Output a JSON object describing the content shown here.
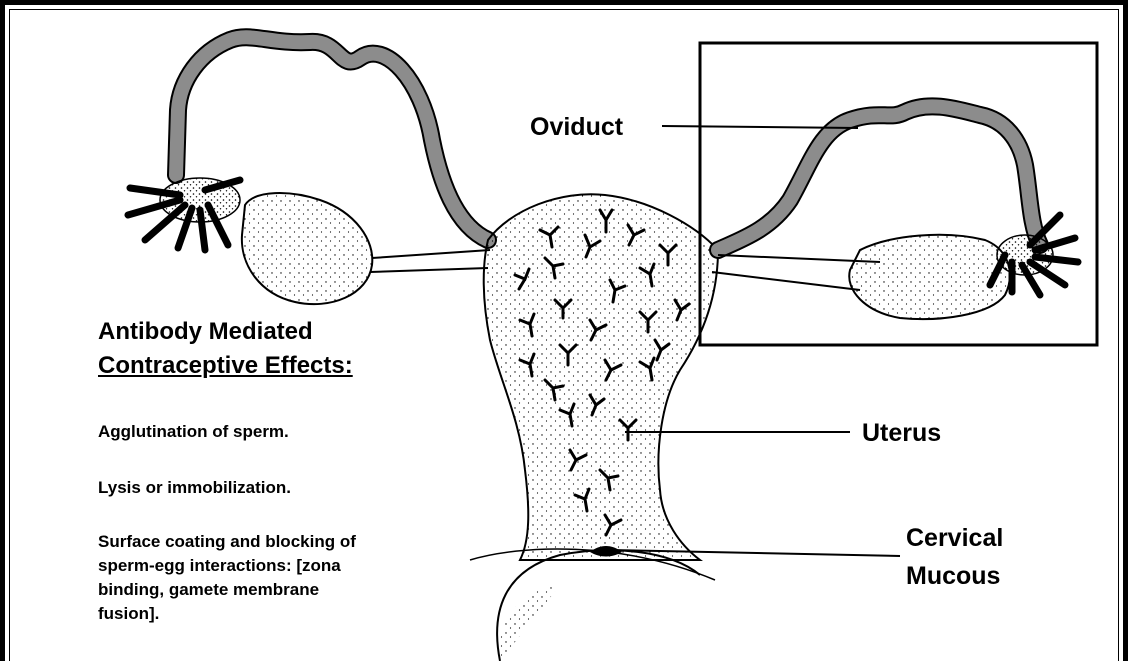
{
  "labels": {
    "oviduct": "Oviduct",
    "uterus": "Uterus",
    "cervical_line1": "Cervical",
    "cervical_line2": "Mucous"
  },
  "heading": {
    "line1": "Antibody Mediated",
    "line2": "Contraceptive Effects:"
  },
  "effects": {
    "item1": "Agglutination of sperm.",
    "item2": "Lysis or immobilization.",
    "item3_line1": "Surface coating and blocking of",
    "item3_line2": "sperm-egg interactions:  [zona",
    "item3_line3": "binding, gamete membrane",
    "item3_line4": "fusion]."
  },
  "colors": {
    "ink": "#000000",
    "paper": "#ffffff"
  }
}
